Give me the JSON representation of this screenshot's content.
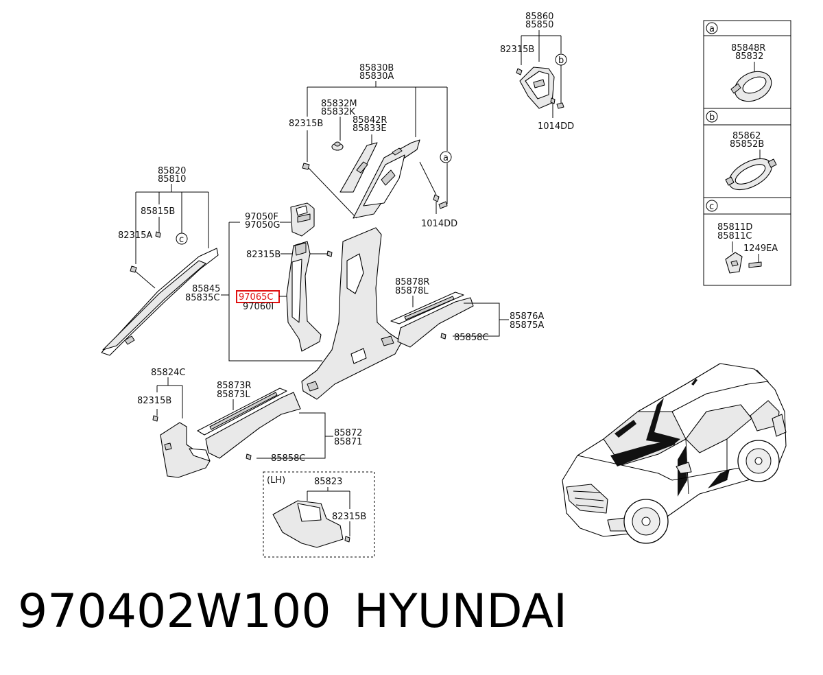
{
  "labels": {
    "l85860": "85860",
    "l85850": "85850",
    "l82315B_top": "82315B",
    "l1014DD_top": "1014DD",
    "l85830B": "85830B",
    "l85830A": "85830A",
    "l85832M": "85832M",
    "l85832K": "85832K",
    "l85842R": "85842R",
    "l85833E": "85833E",
    "l82315B_mid": "82315B",
    "l1014DD_mid": "1014DD",
    "l85820": "85820",
    "l85810": "85810",
    "l85815B": "85815B",
    "l82315A": "82315A",
    "l97050F": "97050F",
    "l97050G": "97050G",
    "l82315B_pillar": "82315B",
    "l85845": "85845",
    "l85835C": "85835C",
    "l97065C": "97065C",
    "l97060I": "97060I",
    "l85878R": "85878R",
    "l85878L": "85878L",
    "l85876A": "85876A",
    "l85875A": "85875A",
    "l85858C_right": "85858C",
    "l85824C": "85824C",
    "l82315B_left": "82315B",
    "l85873R": "85873R",
    "l85873L": "85873L",
    "l85872": "85872",
    "l85871": "85871",
    "l85858C_bottom": "85858C",
    "lLH": "(LH)",
    "l85823": "85823",
    "l82315B_lh": "82315B"
  },
  "callouts": {
    "a": "a",
    "b": "b",
    "c": "c"
  },
  "legend": {
    "a": {
      "tag": "a",
      "line1": "85848R",
      "line2": "85832"
    },
    "b": {
      "tag": "b",
      "line1": "85862",
      "line2": "85852B"
    },
    "c": {
      "tag": "c",
      "line1": "85811D",
      "line2": "85811C",
      "line3": "1249EA"
    }
  },
  "highlight": {
    "part": "97065C",
    "color": "#e01010"
  },
  "footer": {
    "part_number": "970402W100",
    "brand": "HYUNDAI"
  }
}
